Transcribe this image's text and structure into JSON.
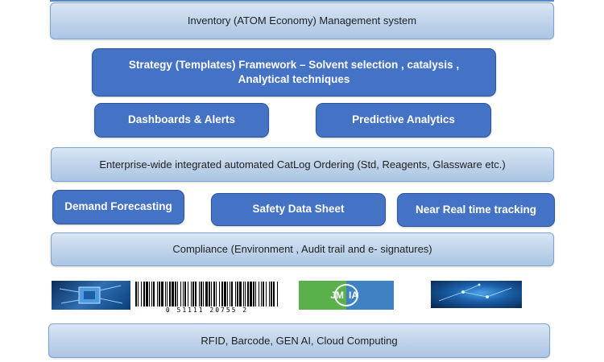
{
  "boxes": {
    "inventory": "Inventory (ATOM Economy) Management system",
    "strategy_line1": "Strategy (Templates) Framework – Solvent selection , catalysis ,",
    "strategy_line2": "Analytical techniques",
    "dashboards": "Dashboards & Alerts",
    "predictive": "Predictive Analytics",
    "enterprise": "Enterprise-wide integrated automated CatLog Ordering (Std, Reagents, Glassware etc.)",
    "demand": "Demand Forecasting",
    "safety": "Safety Data Sheet",
    "tracking": "Near Real time tracking",
    "compliance": "Compliance (Environment , Audit trail and e- signatures)",
    "technologies": "RFID, Barcode, GEN AI, Cloud Computing"
  },
  "images": {
    "barcode_digits": "0 51111 20755 2",
    "ai_logo_left": "JM",
    "ai_logo_right": "IA"
  },
  "colors": {
    "dark_box": "#4472c4",
    "light_box": "#c3d6ec",
    "ai_logo_green": "#5ab04a",
    "ai_logo_blue": "#3f82c4"
  }
}
